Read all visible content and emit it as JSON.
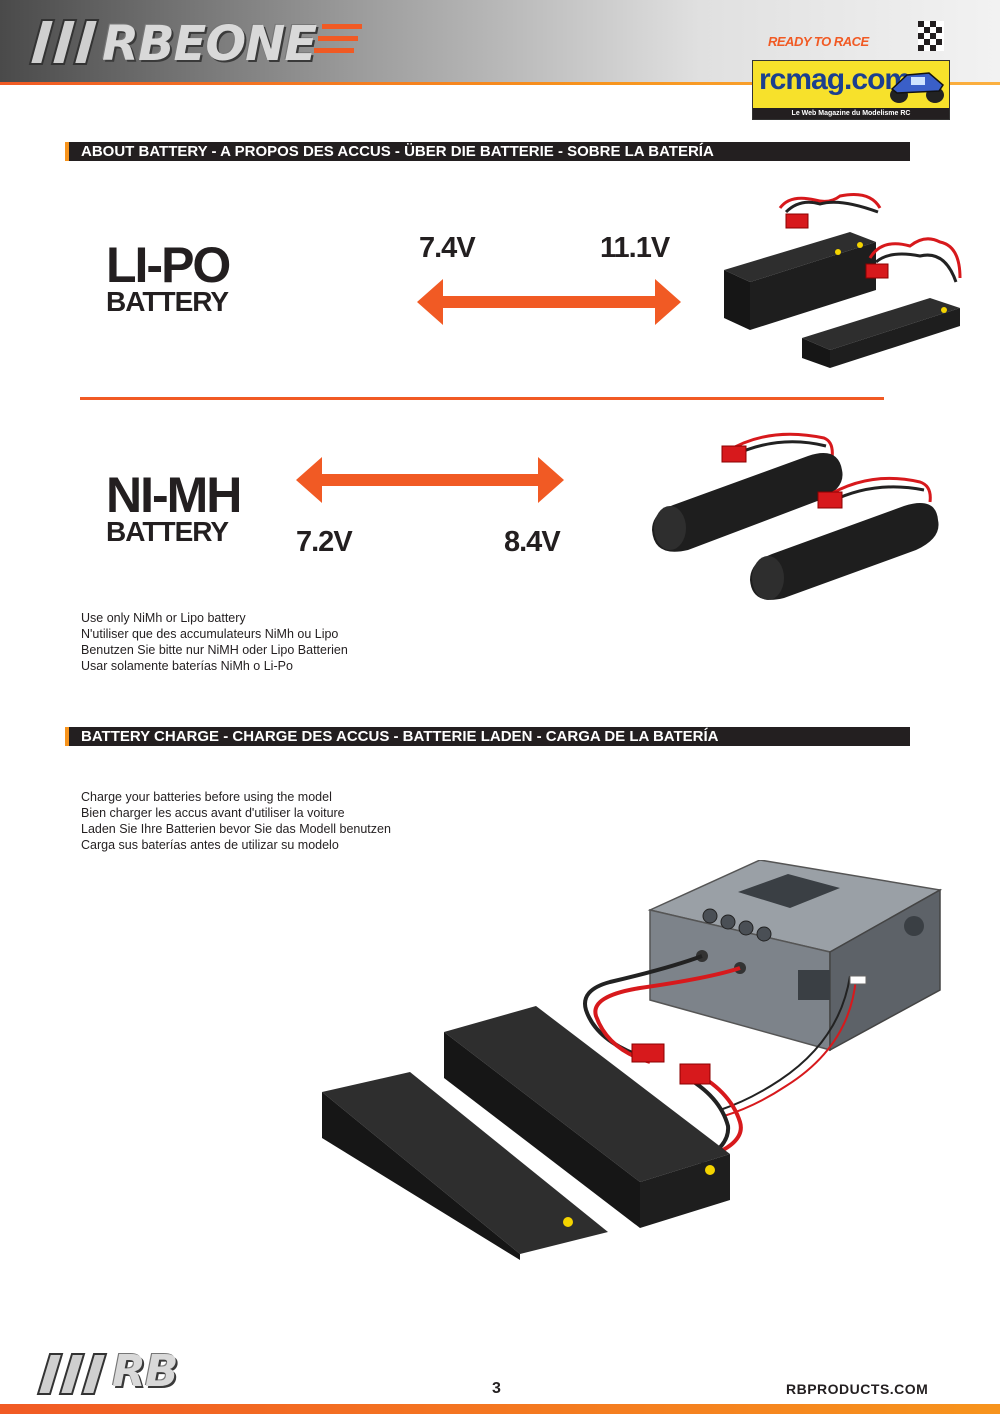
{
  "header": {
    "brand_logo": "RBEONE",
    "tagline": "READY TO RACE",
    "rcmag_title": "rcmag.com",
    "rcmag_subtitle": "Le Web Magazine du Modelisme RC"
  },
  "section_battery": {
    "title": "ABOUT BATTERY - A PROPOS DES ACCUS - ÜBER DIE BATTERIE - SOBRE LA BATERÍA",
    "lipo": {
      "name": "LI-PO",
      "sub": "BATTERY",
      "min_voltage": "7.4V",
      "max_voltage": "11.1V"
    },
    "nimh": {
      "name": "NI-MH",
      "sub": "BATTERY",
      "min_voltage": "7.2V",
      "max_voltage": "8.4V"
    },
    "notes": [
      "Use only NiMh or Lipo battery",
      "N'utiliser que des accumulateurs NiMh ou Lipo",
      "Benutzen Sie bitte nur NiMH oder Lipo Batterien",
      "Usar solamente baterías NiMh o Li-Po"
    ]
  },
  "section_charge": {
    "title": "BATTERY CHARGE - CHARGE DES ACCUS - BATTERIE LADEN - CARGA DE LA BATERÍA",
    "notes": [
      "Charge your batteries before using the model",
      "Bien charger les accus avant d'utiliser la voiture",
      "Laden Sie Ihre Batterien bevor Sie das Modell benutzen",
      "Carga sus baterías antes de utilizar su modelo"
    ]
  },
  "footer": {
    "logo": "RB",
    "page_number": "3",
    "website": "RBPRODUCTS.COM"
  },
  "colors": {
    "accent": "#f15a24",
    "dark": "#231f20",
    "battery": "#1e1e1e",
    "wire_red": "#d7191c"
  }
}
